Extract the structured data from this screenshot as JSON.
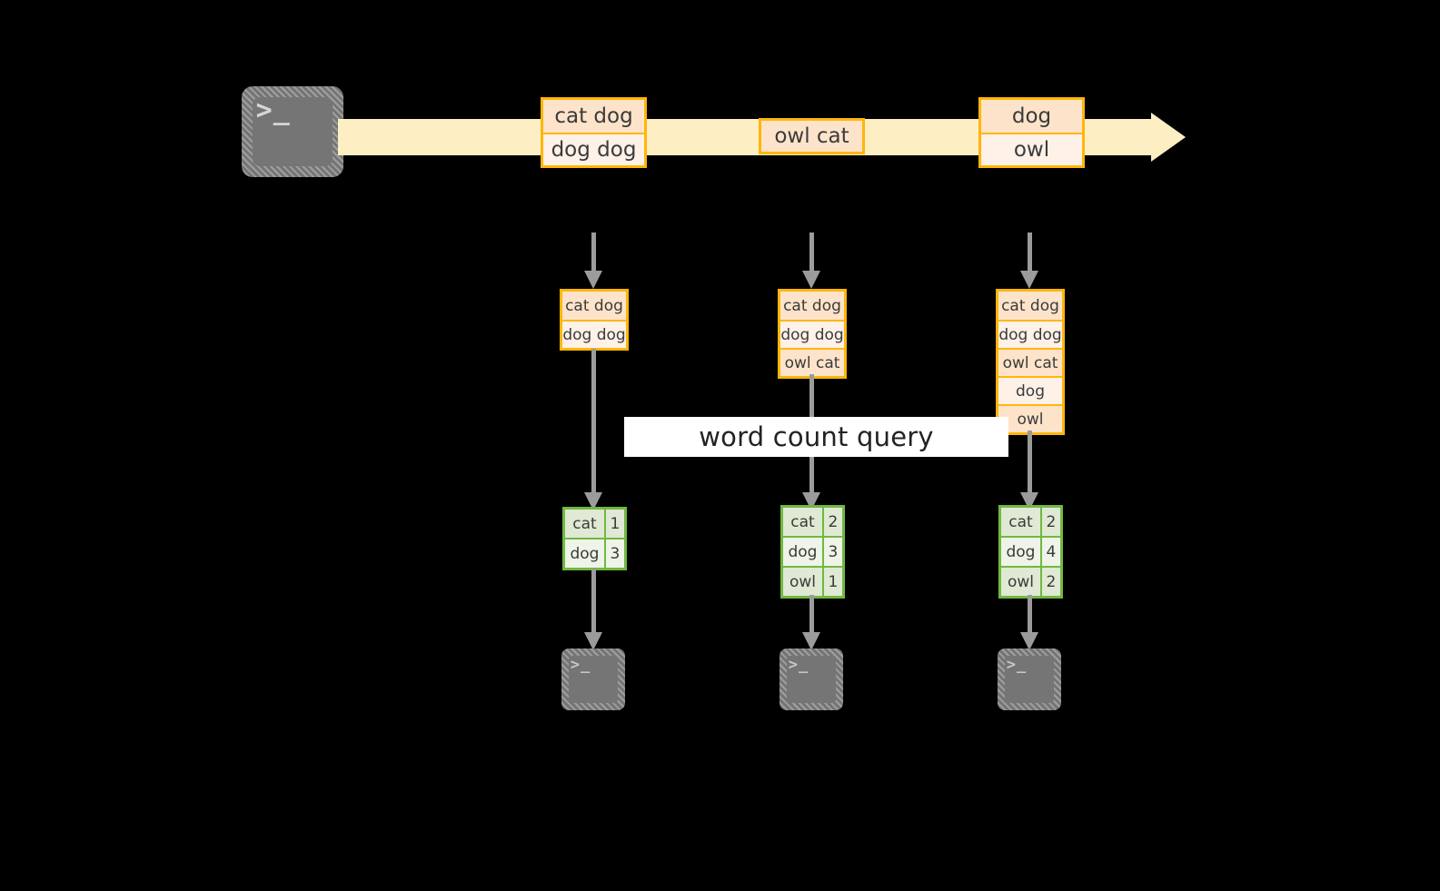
{
  "diagram": {
    "title_label": "word count query",
    "colors": {
      "background": "#000000",
      "stream_fill": "#feeec3",
      "message_border": "#ffb60a",
      "message_fill_light": "#fdf1e8",
      "message_fill_dark": "#fde3ca",
      "table_border": "#71b842",
      "table_fill_light": "#eef4e8",
      "table_fill_dark": "#dfe9d3",
      "arrow_gray": "#9b9b9b",
      "terminal_gray": "#757575",
      "band_fill": "#ffffff"
    },
    "icons": {
      "producer_terminal": "terminal-prompt-icon",
      "consumer_terminal": "terminal-prompt-icon",
      "terminal_glyph": ">_"
    },
    "stream": {
      "messages": [
        {
          "lines": [
            "cat dog",
            "dog dog"
          ]
        },
        {
          "lines": [
            "owl cat"
          ]
        },
        {
          "lines": [
            "dog",
            "owl"
          ]
        }
      ]
    },
    "snapshots": [
      {
        "lines": [
          "cat dog",
          "dog dog"
        ]
      },
      {
        "lines": [
          "cat dog",
          "dog dog",
          "owl cat"
        ]
      },
      {
        "lines": [
          "cat dog",
          "dog dog",
          "owl cat",
          "dog",
          "owl"
        ]
      }
    ],
    "results": [
      {
        "rows": [
          {
            "word": "cat",
            "count": "1"
          },
          {
            "word": "dog",
            "count": "3"
          }
        ]
      },
      {
        "rows": [
          {
            "word": "cat",
            "count": "2"
          },
          {
            "word": "dog",
            "count": "3"
          },
          {
            "word": "owl",
            "count": "1"
          }
        ]
      },
      {
        "rows": [
          {
            "word": "cat",
            "count": "2"
          },
          {
            "word": "dog",
            "count": "4"
          },
          {
            "word": "owl",
            "count": "2"
          }
        ]
      }
    ]
  }
}
